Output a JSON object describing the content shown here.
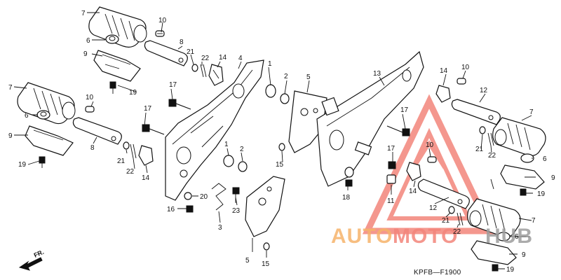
{
  "diagram": {
    "code": "KPFB—F1900",
    "direction_label": "FR.",
    "watermark": {
      "brand_text": "AUTOMOTOHUB",
      "part_a": "AUTO",
      "part_b": "MOTO",
      "part_c": "HUB",
      "color_a": "#f6b36a",
      "color_b": "#f3857b",
      "color_c": "#9d9d9d",
      "triangle_color": "#f3857b"
    },
    "callouts": [
      "7",
      "6",
      "9",
      "10",
      "8",
      "21",
      "22",
      "14",
      "4",
      "1",
      "2",
      "19",
      "5",
      "17",
      "20",
      "16",
      "23",
      "3",
      "15",
      "18",
      "13",
      "12",
      "11"
    ],
    "labels": [
      {
        "id": "c01",
        "text": "7"
      },
      {
        "id": "c02",
        "text": "10"
      },
      {
        "id": "c03",
        "text": "6"
      },
      {
        "id": "c04",
        "text": "8"
      },
      {
        "id": "c05",
        "text": "21"
      },
      {
        "id": "c06",
        "text": "22"
      },
      {
        "id": "c07",
        "text": "14"
      },
      {
        "id": "c08",
        "text": "4"
      },
      {
        "id": "c09",
        "text": "9"
      },
      {
        "id": "c10",
        "text": "1"
      },
      {
        "id": "c11",
        "text": "2"
      },
      {
        "id": "c12",
        "text": "5"
      },
      {
        "id": "c13",
        "text": "7"
      },
      {
        "id": "c14",
        "text": "19"
      },
      {
        "id": "c15",
        "text": "10"
      },
      {
        "id": "c16",
        "text": "17"
      },
      {
        "id": "c17",
        "text": "6"
      },
      {
        "id": "c18",
        "text": "17"
      },
      {
        "id": "c19",
        "text": "9"
      },
      {
        "id": "c20",
        "text": "8"
      },
      {
        "id": "c21",
        "text": "21"
      },
      {
        "id": "c22",
        "text": "19"
      },
      {
        "id": "c23",
        "text": "22"
      },
      {
        "id": "c24",
        "text": "14"
      },
      {
        "id": "c25",
        "text": "1"
      },
      {
        "id": "c26",
        "text": "2"
      },
      {
        "id": "c27",
        "text": "15"
      },
      {
        "id": "c28",
        "text": "20"
      },
      {
        "id": "c29",
        "text": "16"
      },
      {
        "id": "c30",
        "text": "23"
      },
      {
        "id": "c31",
        "text": "3"
      },
      {
        "id": "c32",
        "text": "5"
      },
      {
        "id": "c33",
        "text": "15"
      },
      {
        "id": "c34",
        "text": "13"
      },
      {
        "id": "c35",
        "text": "14"
      },
      {
        "id": "c36",
        "text": "10"
      },
      {
        "id": "c37",
        "text": "12"
      },
      {
        "id": "c38",
        "text": "7"
      },
      {
        "id": "c39",
        "text": "17"
      },
      {
        "id": "c40",
        "text": "21"
      },
      {
        "id": "c41",
        "text": "22"
      },
      {
        "id": "c42",
        "text": "10"
      },
      {
        "id": "c43",
        "text": "17"
      },
      {
        "id": "c44",
        "text": "6"
      },
      {
        "id": "c45",
        "text": "9"
      },
      {
        "id": "c46",
        "text": "14"
      },
      {
        "id": "c47",
        "text": "18"
      },
      {
        "id": "c48",
        "text": "19"
      },
      {
        "id": "c49",
        "text": "11"
      },
      {
        "id": "c50",
        "text": "12"
      },
      {
        "id": "c51",
        "text": "21"
      },
      {
        "id": "c52",
        "text": "7"
      },
      {
        "id": "c53",
        "text": "22"
      },
      {
        "id": "c54",
        "text": "6"
      },
      {
        "id": "c55",
        "text": "9"
      },
      {
        "id": "c56",
        "text": "19"
      }
    ]
  }
}
